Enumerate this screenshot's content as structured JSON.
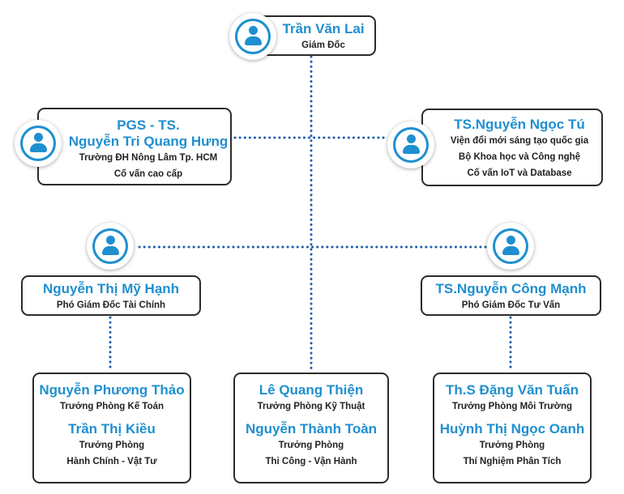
{
  "director": {
    "name": "Trần Văn Lai",
    "title": "Giám Đốc"
  },
  "advisor_left": {
    "name_line1": "PGS - TS.",
    "name_line2": "Nguyễn Tri Quang Hưng",
    "line1": "Trường ĐH Nông Lâm Tp. HCM",
    "line2": "Cố vấn cao cấp"
  },
  "advisor_right": {
    "name": "TS.Nguyễn Ngọc Tú",
    "line1": "Viện đổi mới sáng tạo quốc gia",
    "line2": "Bộ Khoa học và Công nghệ",
    "line3": "Cố vấn IoT và Database"
  },
  "deputy_left": {
    "name": "Nguyễn Thị Mỹ Hạnh",
    "title": "Phó Giám Đốc Tài Chính"
  },
  "deputy_right": {
    "name": "TS.Nguyễn Công Mạnh",
    "title": "Phó Giám Đốc Tư Vấn"
  },
  "dept_left": {
    "p1_name": "Nguyễn Phương Thảo",
    "p1_title": "Trưởng Phòng Kế Toán",
    "p2_name": "Trần Thị Kiều",
    "p2_title1": "Trưởng Phòng",
    "p2_title2": "Hành Chính - Vật Tư"
  },
  "dept_center": {
    "p1_name": "Lê Quang Thiện",
    "p1_title": "Trưởng Phòng Kỹ Thuật",
    "p2_name": "Nguyễn Thành Toàn",
    "p2_title1": "Trưởng Phòng",
    "p2_title2": "Thi Công - Vận Hành"
  },
  "dept_right": {
    "p1_name": "Th.S Đặng Văn Tuấn",
    "p1_title": "Trưởng Phòng Môi Trường",
    "p2_name": "Huỳnh Thị Ngọc Oanh",
    "p2_title1": "Trưởng Phòng",
    "p2_title2": "Thí Nghiệm Phân Tích"
  },
  "colors": {
    "name": "#1f8fd0",
    "connector": "#1f5fa8",
    "border": "#2b2b2b"
  }
}
